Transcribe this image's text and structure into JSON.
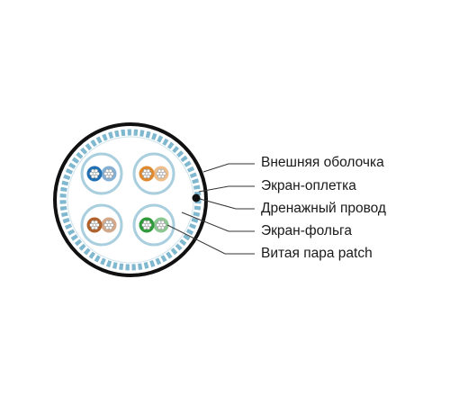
{
  "labels": [
    "Внешняя оболочка",
    "Экран-оплетка",
    "Дренажный провод",
    "Экран-фольга",
    "Витая пара patch"
  ],
  "colors": {
    "outer_jacket": "#111111",
    "braid": "#7fb8cf",
    "foil": "#a9cfdf",
    "drain_wire": "#111111",
    "leader_lines": "#333333",
    "conductor_core": "#ffffff",
    "conductor_outline": "#999999"
  },
  "pairs": [
    {
      "name": "pair-blue",
      "color": "#1f6fb2"
    },
    {
      "name": "pair-orange",
      "color": "#e0892e"
    },
    {
      "name": "pair-brown",
      "color": "#b0612a"
    },
    {
      "name": "pair-green",
      "color": "#2f9a3a"
    }
  ]
}
